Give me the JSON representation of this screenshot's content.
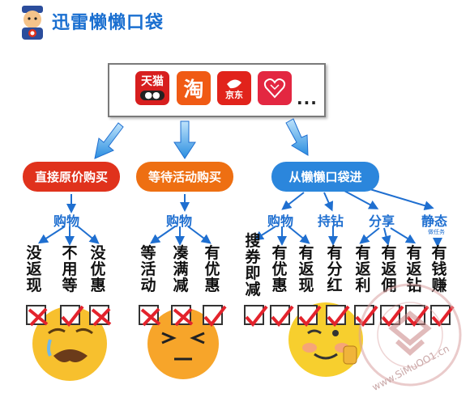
{
  "title": "迅雷懒懒口袋",
  "apps": {
    "tmall": "天猫",
    "taobao": "淘",
    "jd": "京东",
    "more": "..."
  },
  "categories": {
    "left": "直接原价购买",
    "middle": "等待活动购买",
    "right": "从懒懒口袋进"
  },
  "actions": {
    "shop1": "购物",
    "shop2": "购物",
    "shop3": "购物",
    "hold": "持钻",
    "share": "分享",
    "static": "静态",
    "static_sub": "做任务"
  },
  "options": {
    "o1": "没返现",
    "o2": "不用等",
    "o3": "没优惠",
    "o4": "等活动",
    "o5": "凑满减",
    "o6": "有优惠",
    "o7": "搜券即减",
    "o8": "有优惠",
    "o9": "有返现",
    "o10": "有分红",
    "o11": "有返利",
    "o12": "有返佣",
    "o13": "有返钻",
    "o14": "有钱赚"
  },
  "watermark": "www.SiMuOO1.cn",
  "colors": {
    "red": "#e0321c",
    "orange": "#ee6f12",
    "blue": "#2b86dc",
    "accent_blue": "#1f6fd0",
    "check_red": "#e3232c"
  }
}
